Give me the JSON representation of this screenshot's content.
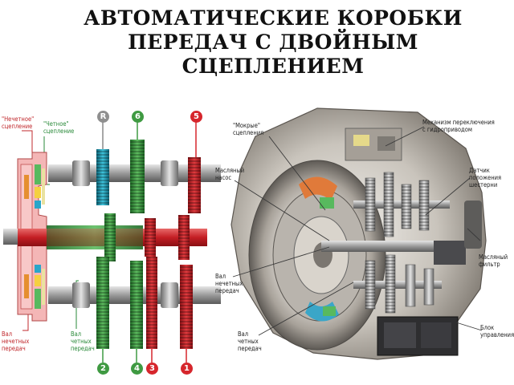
{
  "title": {
    "line1": "АВТОМАТИЧЕСКИЕ КОРОБКИ",
    "line2": "ПЕРЕДАЧ С ДВОЙНЫМ",
    "line3": "СЦЕПЛЕНИЕМ"
  },
  "left_diagram": {
    "labels": {
      "odd_clutch": "\"Нечетное\"\nсцепление",
      "even_clutch": "\"Четное\"\nсцепление",
      "odd_shaft": "Вал\nнечетных\nпередач",
      "even_shaft": "Вал\nчетных\nпередач"
    },
    "gear_markers": {
      "top": [
        "R",
        "6",
        "5"
      ],
      "bottom": [
        "2",
        "4",
        "3",
        "1"
      ]
    },
    "colors": {
      "odd": "#d6262c",
      "even": "#3f9a42",
      "reverse": "#1a9ab5",
      "clutch_housing": "#f0a0a0"
    }
  },
  "right_diagram": {
    "labels": {
      "wet_clutches": "\"Мокрые\"\nсцепления",
      "oil_pump": "Масляный\nнасос",
      "odd_shaft": "Вал\nнечетных\nпередач",
      "even_shaft": "Вал\nчетных\nпередач",
      "shift_mechanism": "Механизм переключения\nс гидроприводом",
      "gear_sensor": "Датчик\nположения\nшестерни",
      "oil_filter": "Масляный\nфильтр",
      "control_unit": "Блок\nуправления"
    }
  }
}
